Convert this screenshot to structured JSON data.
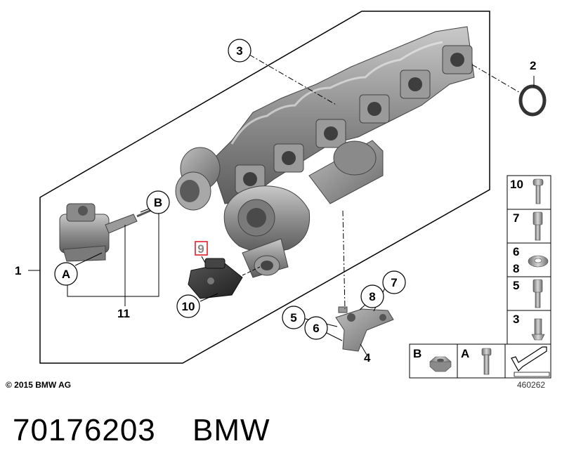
{
  "callouts": {
    "c1": "1",
    "c2": "2",
    "c3": "3",
    "c4": "4",
    "c5": "5",
    "c6": "6",
    "c7": "7",
    "c8": "8",
    "c9": "9",
    "c10": "10",
    "c11": "11",
    "cA": "A",
    "cB": "B"
  },
  "legend": {
    "row_10": "10",
    "row_7": "7",
    "row_6": "6",
    "row_8": "8",
    "row_5": "5",
    "row_3": "3",
    "cell_B": "B",
    "cell_A": "A"
  },
  "highlight_color": "#e0202a",
  "copyright": "© 2015 BMW AG",
  "diagram_id": "460262",
  "footer": {
    "part_number": "70176203",
    "brand": "BMW"
  }
}
